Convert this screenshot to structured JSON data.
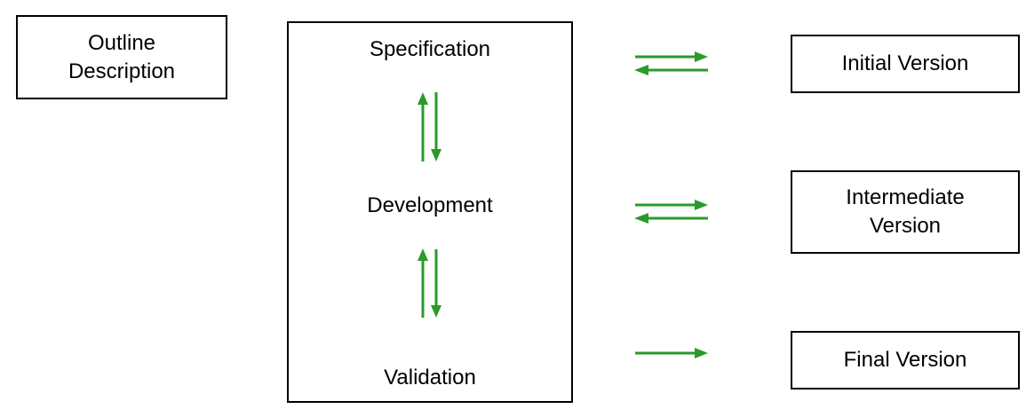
{
  "inputs": {
    "outline": [
      "Outline",
      "Description"
    ]
  },
  "activities": {
    "specification": "Specification",
    "development": "Development",
    "validation": "Validation"
  },
  "outputs": {
    "initial": [
      "Initial Version"
    ],
    "intermediate": [
      "Intermediate",
      "Version"
    ],
    "final": [
      "Final Version"
    ]
  },
  "colors": {
    "arrow": "#2a9a2a",
    "border": "#000000",
    "background": "#ffffff"
  },
  "icons": {
    "arrow_double": "bidirectional-arrow",
    "arrow_single": "right-arrow"
  }
}
